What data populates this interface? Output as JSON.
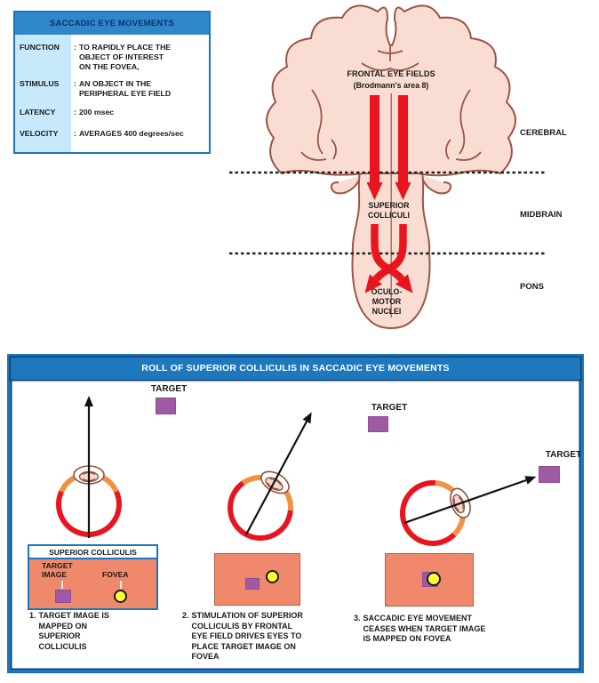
{
  "info_box": {
    "title": "SACCADIC EYE MOVEMENTS",
    "colon": ":",
    "rows": [
      {
        "label": "FUNCTION",
        "value": "TO RAPIDLY PLACE THE\nOBJECT OF INTEREST\nON THE FOVEA,"
      },
      {
        "label": "STIMULUS",
        "value": "AN OBJECT IN THE\nPERIPHERAL EYE FIELD"
      },
      {
        "label": "LATENCY",
        "value": "200 msec"
      },
      {
        "label": "VELOCITY",
        "value": "AVERAGES 400 degrees/sec"
      }
    ],
    "colors": {
      "border": "#1b75bc",
      "header_bg": "#2f86c8",
      "header_text": "#12306b",
      "label_column_bg": "#c8e9fb"
    }
  },
  "brain_diagram": {
    "frontal_eye_fields_label": "FRONTAL EYE FIELDS",
    "brodmann_label": "(Brodmann's area 8)",
    "superior_colliculi_label": "SUPERIOR\nCOLLICULI",
    "oculomotor_label": "OCULO-\nMOTOR\nNUCLEI",
    "region_labels": {
      "cerebral": "CEREBRAL",
      "midbrain": "MIDBRAIN",
      "pons": "PONS"
    },
    "colors": {
      "brain_fill": "#f9ddd2",
      "brain_outline": "#9b5547",
      "arrow_red": "#e9141d"
    }
  },
  "bottom_panel": {
    "title": "ROLL OF SUPERIOR COLLICULIS IN SACCADIC EYE MOVEMENTS",
    "colors": {
      "border": "#1b75bc",
      "header_bg": "#1e78be",
      "salmon_box": "#f0886c",
      "target_purple": "#a05aa5",
      "fovea_yellow": "#ffff33"
    },
    "panels": [
      {
        "target_label": "TARGET",
        "sc_box": {
          "title": "SUPERIOR COLLICULIS",
          "target_image_label": "TARGET\nIMAGE",
          "fovea_label": "FOVEA"
        },
        "caption_num": "1.",
        "caption": "TARGET IMAGE IS\nMAPPED ON\nSUPERIOR\nCOLLICULIS"
      },
      {
        "target_label": "TARGET",
        "caption_num": "2.",
        "caption": "STIMULATION OF SUPERIOR\nCOLLICULIS BY FRONTAL\nEYE FIELD DRIVES EYES TO\nPLACE TARGET IMAGE ON\nFOVEA"
      },
      {
        "target_label": "TARGET",
        "caption_num": "3.",
        "caption": "SACCADIC EYE MOVEMENT\nCEASES WHEN TARGET IMAGE\nIS MAPPED ON FOVEA"
      }
    ]
  }
}
